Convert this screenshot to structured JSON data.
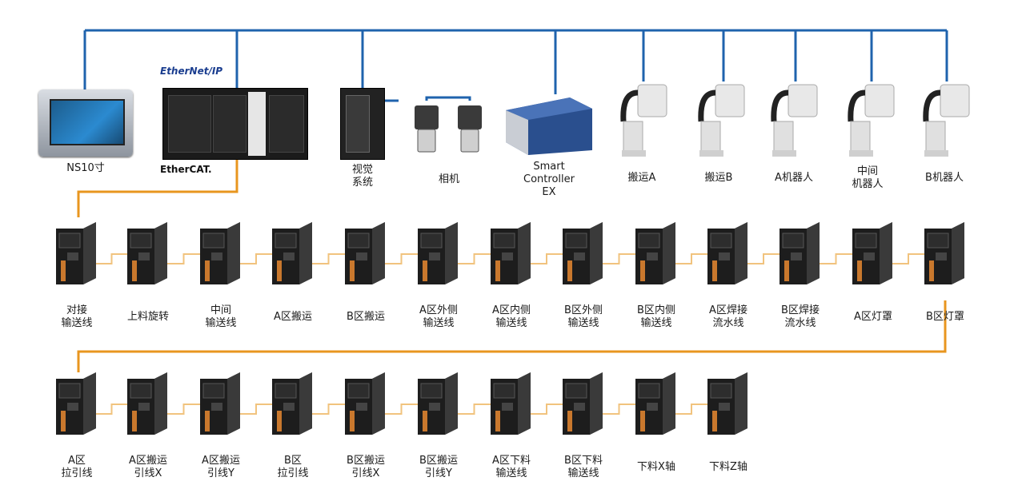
{
  "top_devices": {
    "hmi": "NS10寸",
    "vision": "视觉\n系统",
    "camera": "相机",
    "controller": "Smart\nController\nEX",
    "robots": [
      "搬运A",
      "搬运B",
      "A机器人",
      "中间\n机器人",
      "B机器人"
    ]
  },
  "logos": {
    "ethernet_ip": "EtherNet/IP",
    "ethercat": "EtherCAT."
  },
  "row1_axes": [
    "对接\n输送线",
    "上料旋转",
    "中间\n输送线",
    "A区搬运",
    "B区搬运",
    "A区外侧\n输送线",
    "A区内侧\n输送线",
    "B区外侧\n输送线",
    "B区内侧\n输送线",
    "A区焊接\n流水线",
    "B区焊接\n流水线",
    "A区灯罩",
    "B区灯罩"
  ],
  "row2_axes": [
    "A区\n拉引线",
    "A区搬运\n引线X",
    "A区搬运\n引线Y",
    "B区\n拉引线",
    "B区搬运\n引线X",
    "B区搬运\n引线Y",
    "A区下料\n输送线",
    "B区下料\n输送线",
    "下料X轴",
    "下料Z轴"
  ],
  "colors": {
    "ethernet": "#1f63ad",
    "ethercat": "#e8961f"
  }
}
